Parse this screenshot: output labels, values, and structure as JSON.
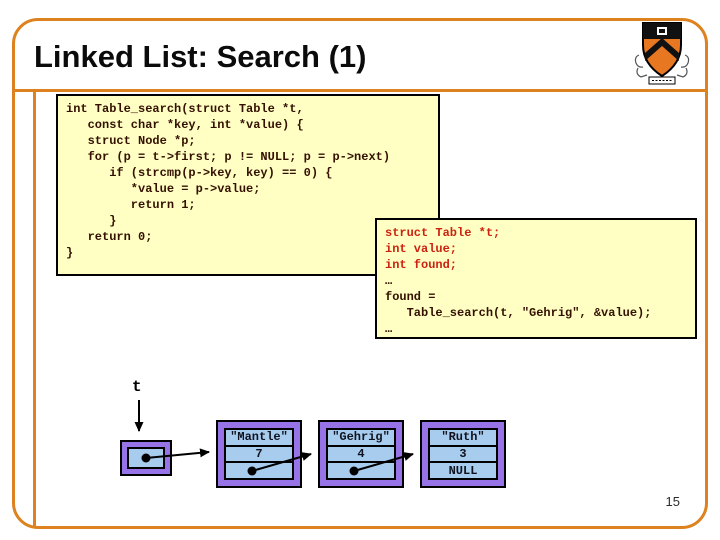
{
  "slide": {
    "title": "Linked List: Search (1)",
    "page_number": "15",
    "logo": "princeton-shield",
    "colors": {
      "frame_orange": "#DD821E",
      "code_bg_yellow": "#FFFFC4",
      "code_text_dark": "#331000",
      "code_text_red": "#CC2211",
      "node_purple": "#9673E6",
      "cell_blue": "#A8CCEE"
    }
  },
  "code_box_main": {
    "code": "int Table_search(struct Table *t,\n   const char *key, int *value) {\n   struct Node *p;\n   for (p = t->first; p != NULL; p = p->next)\n      if (strcmp(p->key, key) == 0) {\n         *value = p->value;\n         return 1;\n      }\n   return 0;\n}"
  },
  "code_box_caller": {
    "declarations": "struct Table *t;\nint value;\nint found;",
    "call": "…\nfound =\n   Table_search(t, \"Gehrig\", &value);\n…"
  },
  "diagram": {
    "pointer_label": "t",
    "nodes": [
      {
        "key": "\"Mantle\"",
        "value": "7",
        "next": "pointer"
      },
      {
        "key": "\"Gehrig\"",
        "value": "4",
        "next": "pointer"
      },
      {
        "key": "\"Ruth\"",
        "value": "3",
        "next": "NULL"
      }
    ]
  }
}
